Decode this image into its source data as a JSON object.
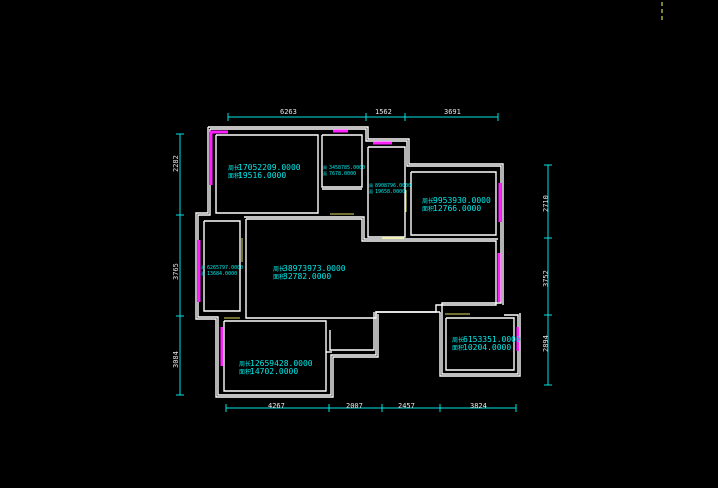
{
  "dimensions": {
    "top": [
      "6263",
      "1562",
      "3691"
    ],
    "bottom": [
      "4267",
      "2007",
      "2457",
      "3824"
    ],
    "left": [
      "2282",
      "3765",
      "3084"
    ],
    "right": [
      "2710",
      "3752",
      "2894"
    ]
  },
  "rooms": [
    {
      "id": "room-top-left",
      "tag1": "周长",
      "value1": "17052209.0000",
      "tag2": "面积",
      "value2": "19516.0000"
    },
    {
      "id": "room-small-top",
      "tag1": "周",
      "value1": "3458785.0000",
      "tag2": "面",
      "value2": "7678.0000"
    },
    {
      "id": "room-corridor",
      "tag1": "周",
      "value1": "8908796.0000",
      "tag2": "面",
      "value2": "19658.0000"
    },
    {
      "id": "room-top-right",
      "tag1": "周长",
      "value1": "9953930.0000",
      "tag2": "面积",
      "value2": "12766.0000"
    },
    {
      "id": "room-left-strip",
      "tag1": "周",
      "value1": "6265797.0000",
      "tag2": "面",
      "value2": "13684.0000"
    },
    {
      "id": "room-living",
      "tag1": "周长",
      "value1": "38973973.0000",
      "tag2": "面积",
      "value2": "32782.0000"
    },
    {
      "id": "room-bottom-left",
      "tag1": "周长",
      "value1": "12659428.0000",
      "tag2": "面积",
      "value2": "14702.0000"
    },
    {
      "id": "room-bottom-right",
      "tag1": "周长",
      "value1": "6153351.0000",
      "tag2": "面积",
      "value2": "10204.0000"
    }
  ],
  "colors": {
    "background": "#000000",
    "walls": "#ffffff",
    "windows": "#ff22ff",
    "dimension_lines": "#00e5e5",
    "area_text": "#00eaea"
  }
}
